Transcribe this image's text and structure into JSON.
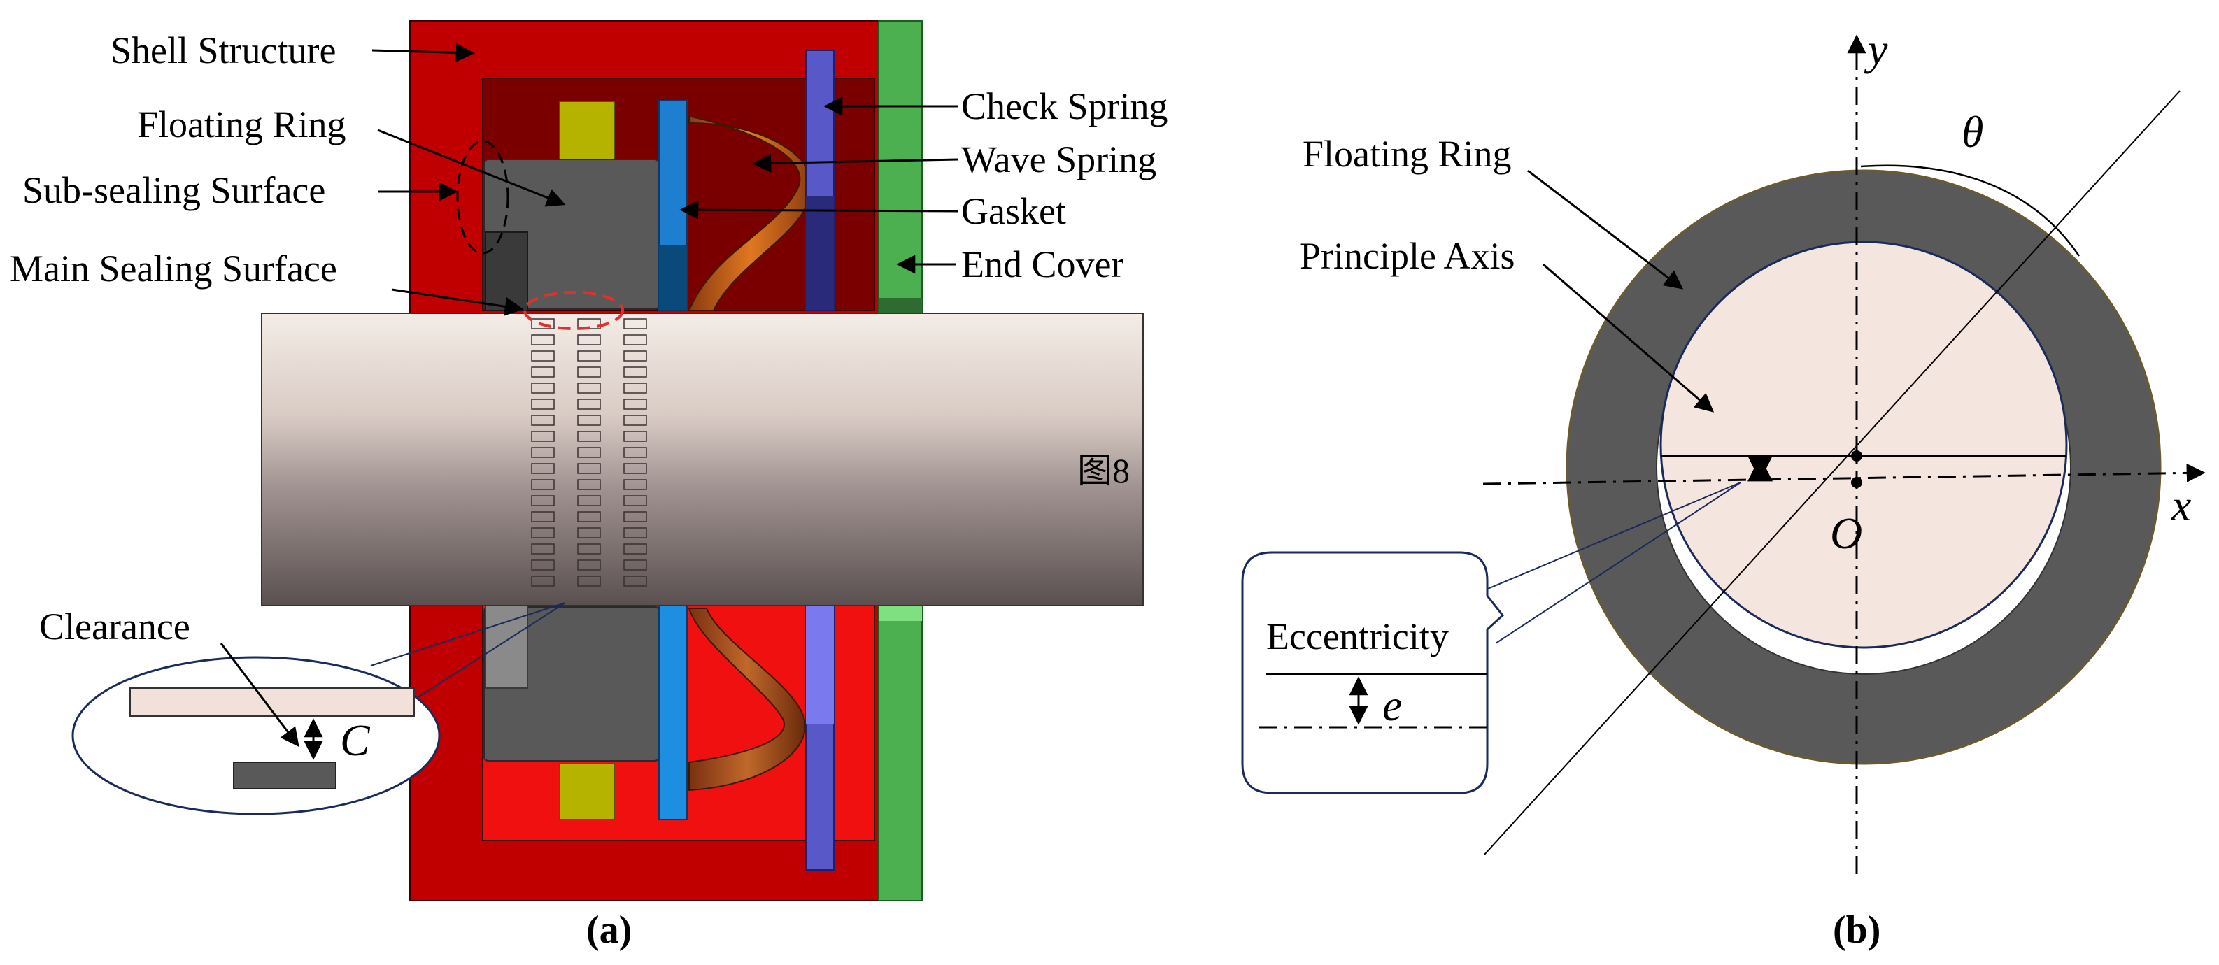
{
  "panel_a": {
    "caption": "(a)",
    "labels": {
      "shell_structure": "Shell Structure",
      "floating_ring": "Floating Ring",
      "sub_sealing_surface": "Sub-sealing Surface",
      "main_sealing_surface": "Main Sealing Surface",
      "check_spring": "Check Spring",
      "wave_spring": "Wave Spring",
      "gasket": "Gasket",
      "end_cover": "End Cover",
      "clearance": "Clearance",
      "clearance_symbol": "C",
      "shaft_mark": "图8"
    }
  },
  "panel_b": {
    "caption": "(b)",
    "labels": {
      "floating_ring": "Floating Ring",
      "principle_axis": "Principle Axis",
      "eccentricity": "Eccentricity",
      "eccentricity_symbol": "e",
      "angle_symbol": "θ",
      "origin": "O",
      "x_axis": "x",
      "y_axis": "y"
    }
  },
  "colors": {
    "shell_red": "#c00000",
    "shell_dark_red": "#7a0000",
    "shell_bright_red": "#f01010",
    "floating_ring_gray": "#595959",
    "end_cover_green": "#4caf50",
    "gasket_blue": "#1e7fd0",
    "check_spring_blue": "#5858c8",
    "wave_spring_orange": "#d86a10",
    "pad_olive": "#b5b300",
    "shaft_light": "#f2e8e2",
    "shaft_dark": "#5a5050",
    "bore_fill": "#f4e6df"
  }
}
